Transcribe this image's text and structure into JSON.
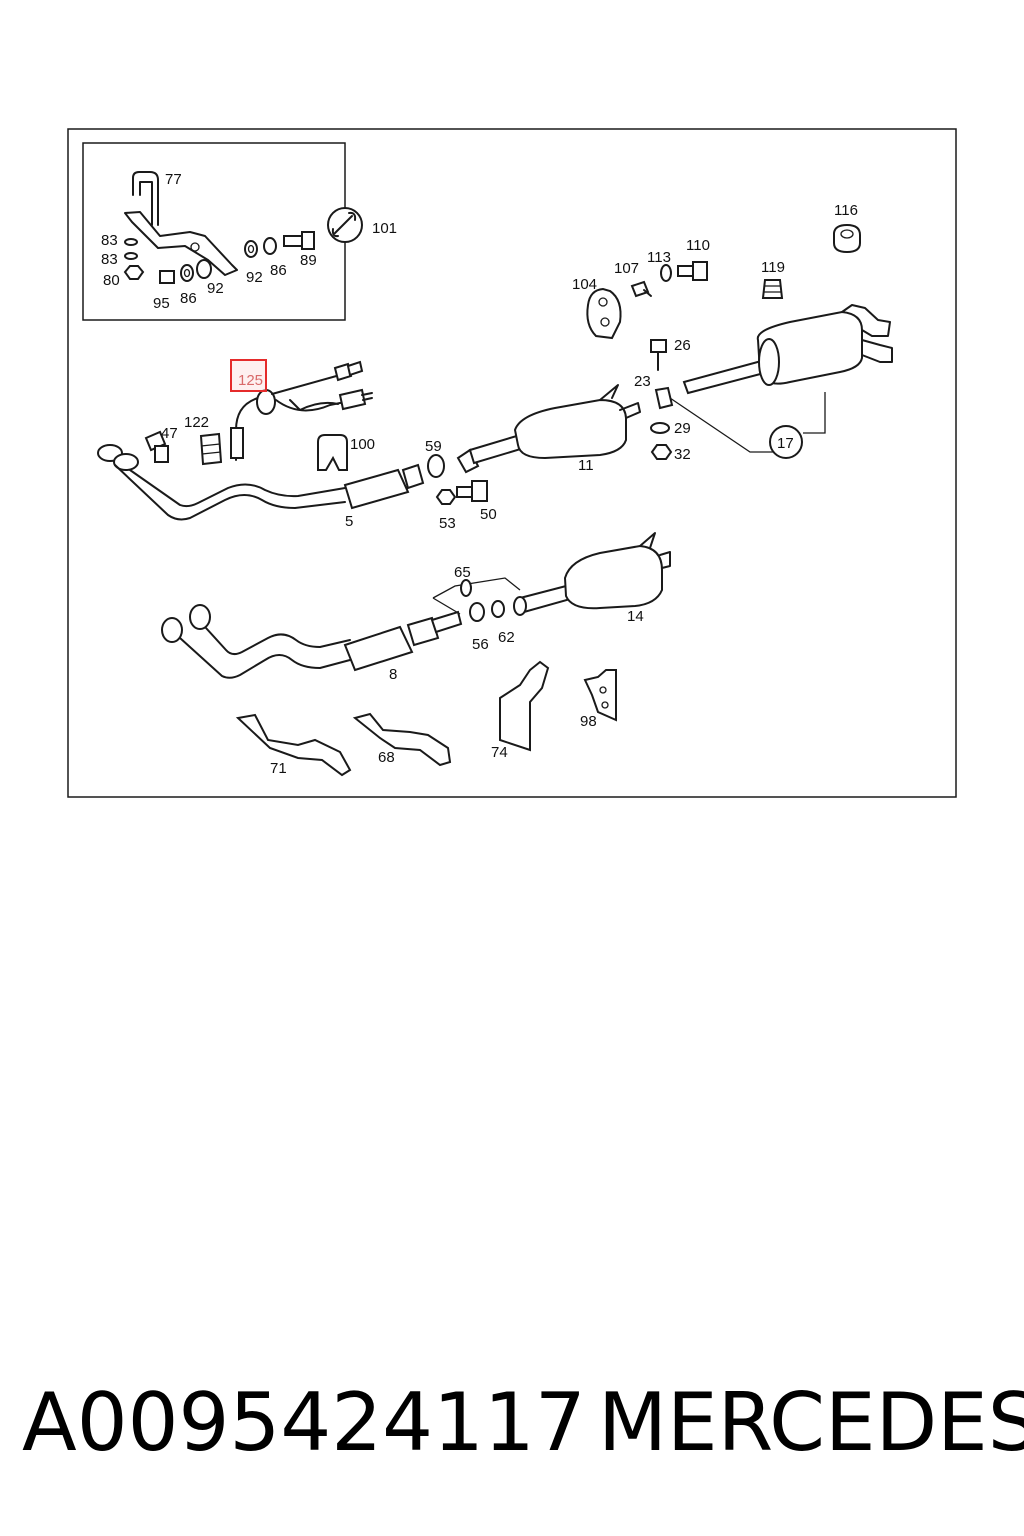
{
  "part_number": "A0095424117",
  "brand": "MERCEDES",
  "highlighted_callout": "125",
  "colors": {
    "highlight": "#e52b2b",
    "line": "#1a1a1a"
  },
  "callouts": {
    "c77": "77",
    "c83a": "83",
    "c83b": "83",
    "c80": "80",
    "c95": "95",
    "c86a": "86",
    "c92a": "92",
    "c92b": "92",
    "c86b": "86",
    "c89": "89",
    "c101": "101",
    "c116": "116",
    "c104": "104",
    "c107": "107",
    "c113": "113",
    "c110": "110",
    "c119": "119",
    "c26": "26",
    "c23": "23",
    "c29": "29",
    "c32": "32",
    "c17": "17",
    "c47": "47",
    "c122": "122",
    "c100": "100",
    "c59": "59",
    "c11": "11",
    "c5": "5",
    "c53": "53",
    "c50": "50",
    "c65": "65",
    "c14": "14",
    "c56": "56",
    "c62": "62",
    "c8": "8",
    "c98": "98",
    "c74": "74",
    "c71": "71",
    "c68": "68"
  }
}
